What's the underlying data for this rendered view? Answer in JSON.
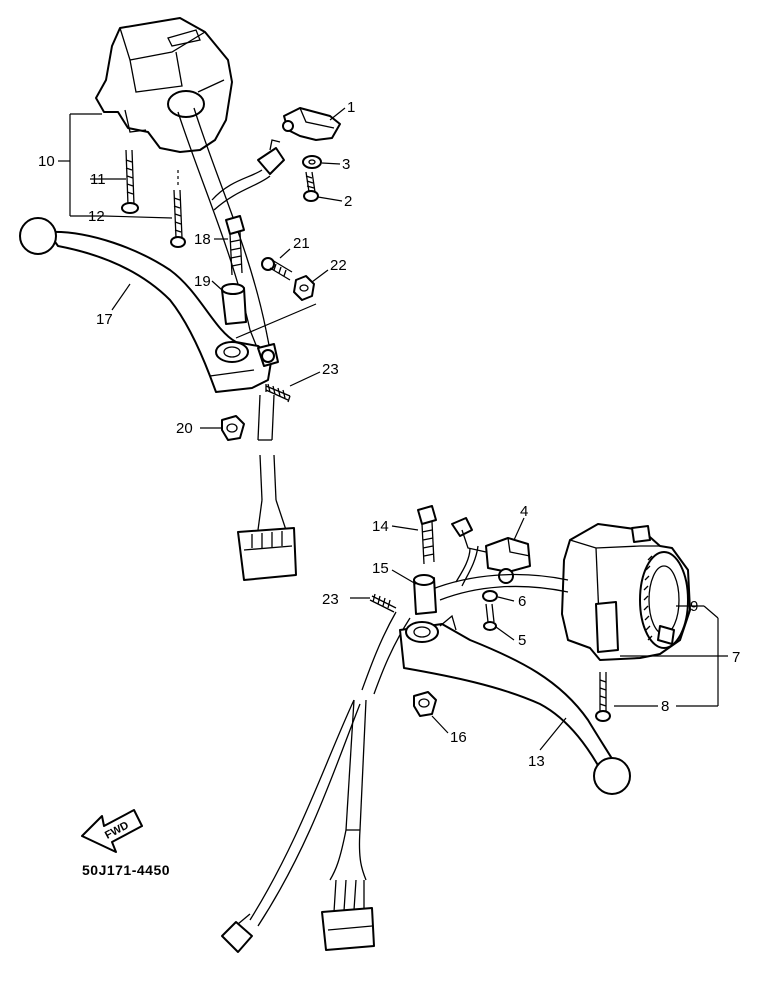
{
  "diagram": {
    "callouts": [
      "1",
      "2",
      "3",
      "4",
      "5",
      "6",
      "7",
      "8",
      "9",
      "10",
      "11",
      "12",
      "13",
      "14",
      "15",
      "16",
      "17",
      "18",
      "19",
      "20",
      "21",
      "22",
      "23",
      "23"
    ],
    "fwd_arrow_label": "FWD",
    "part_code": "50J171-4450"
  }
}
